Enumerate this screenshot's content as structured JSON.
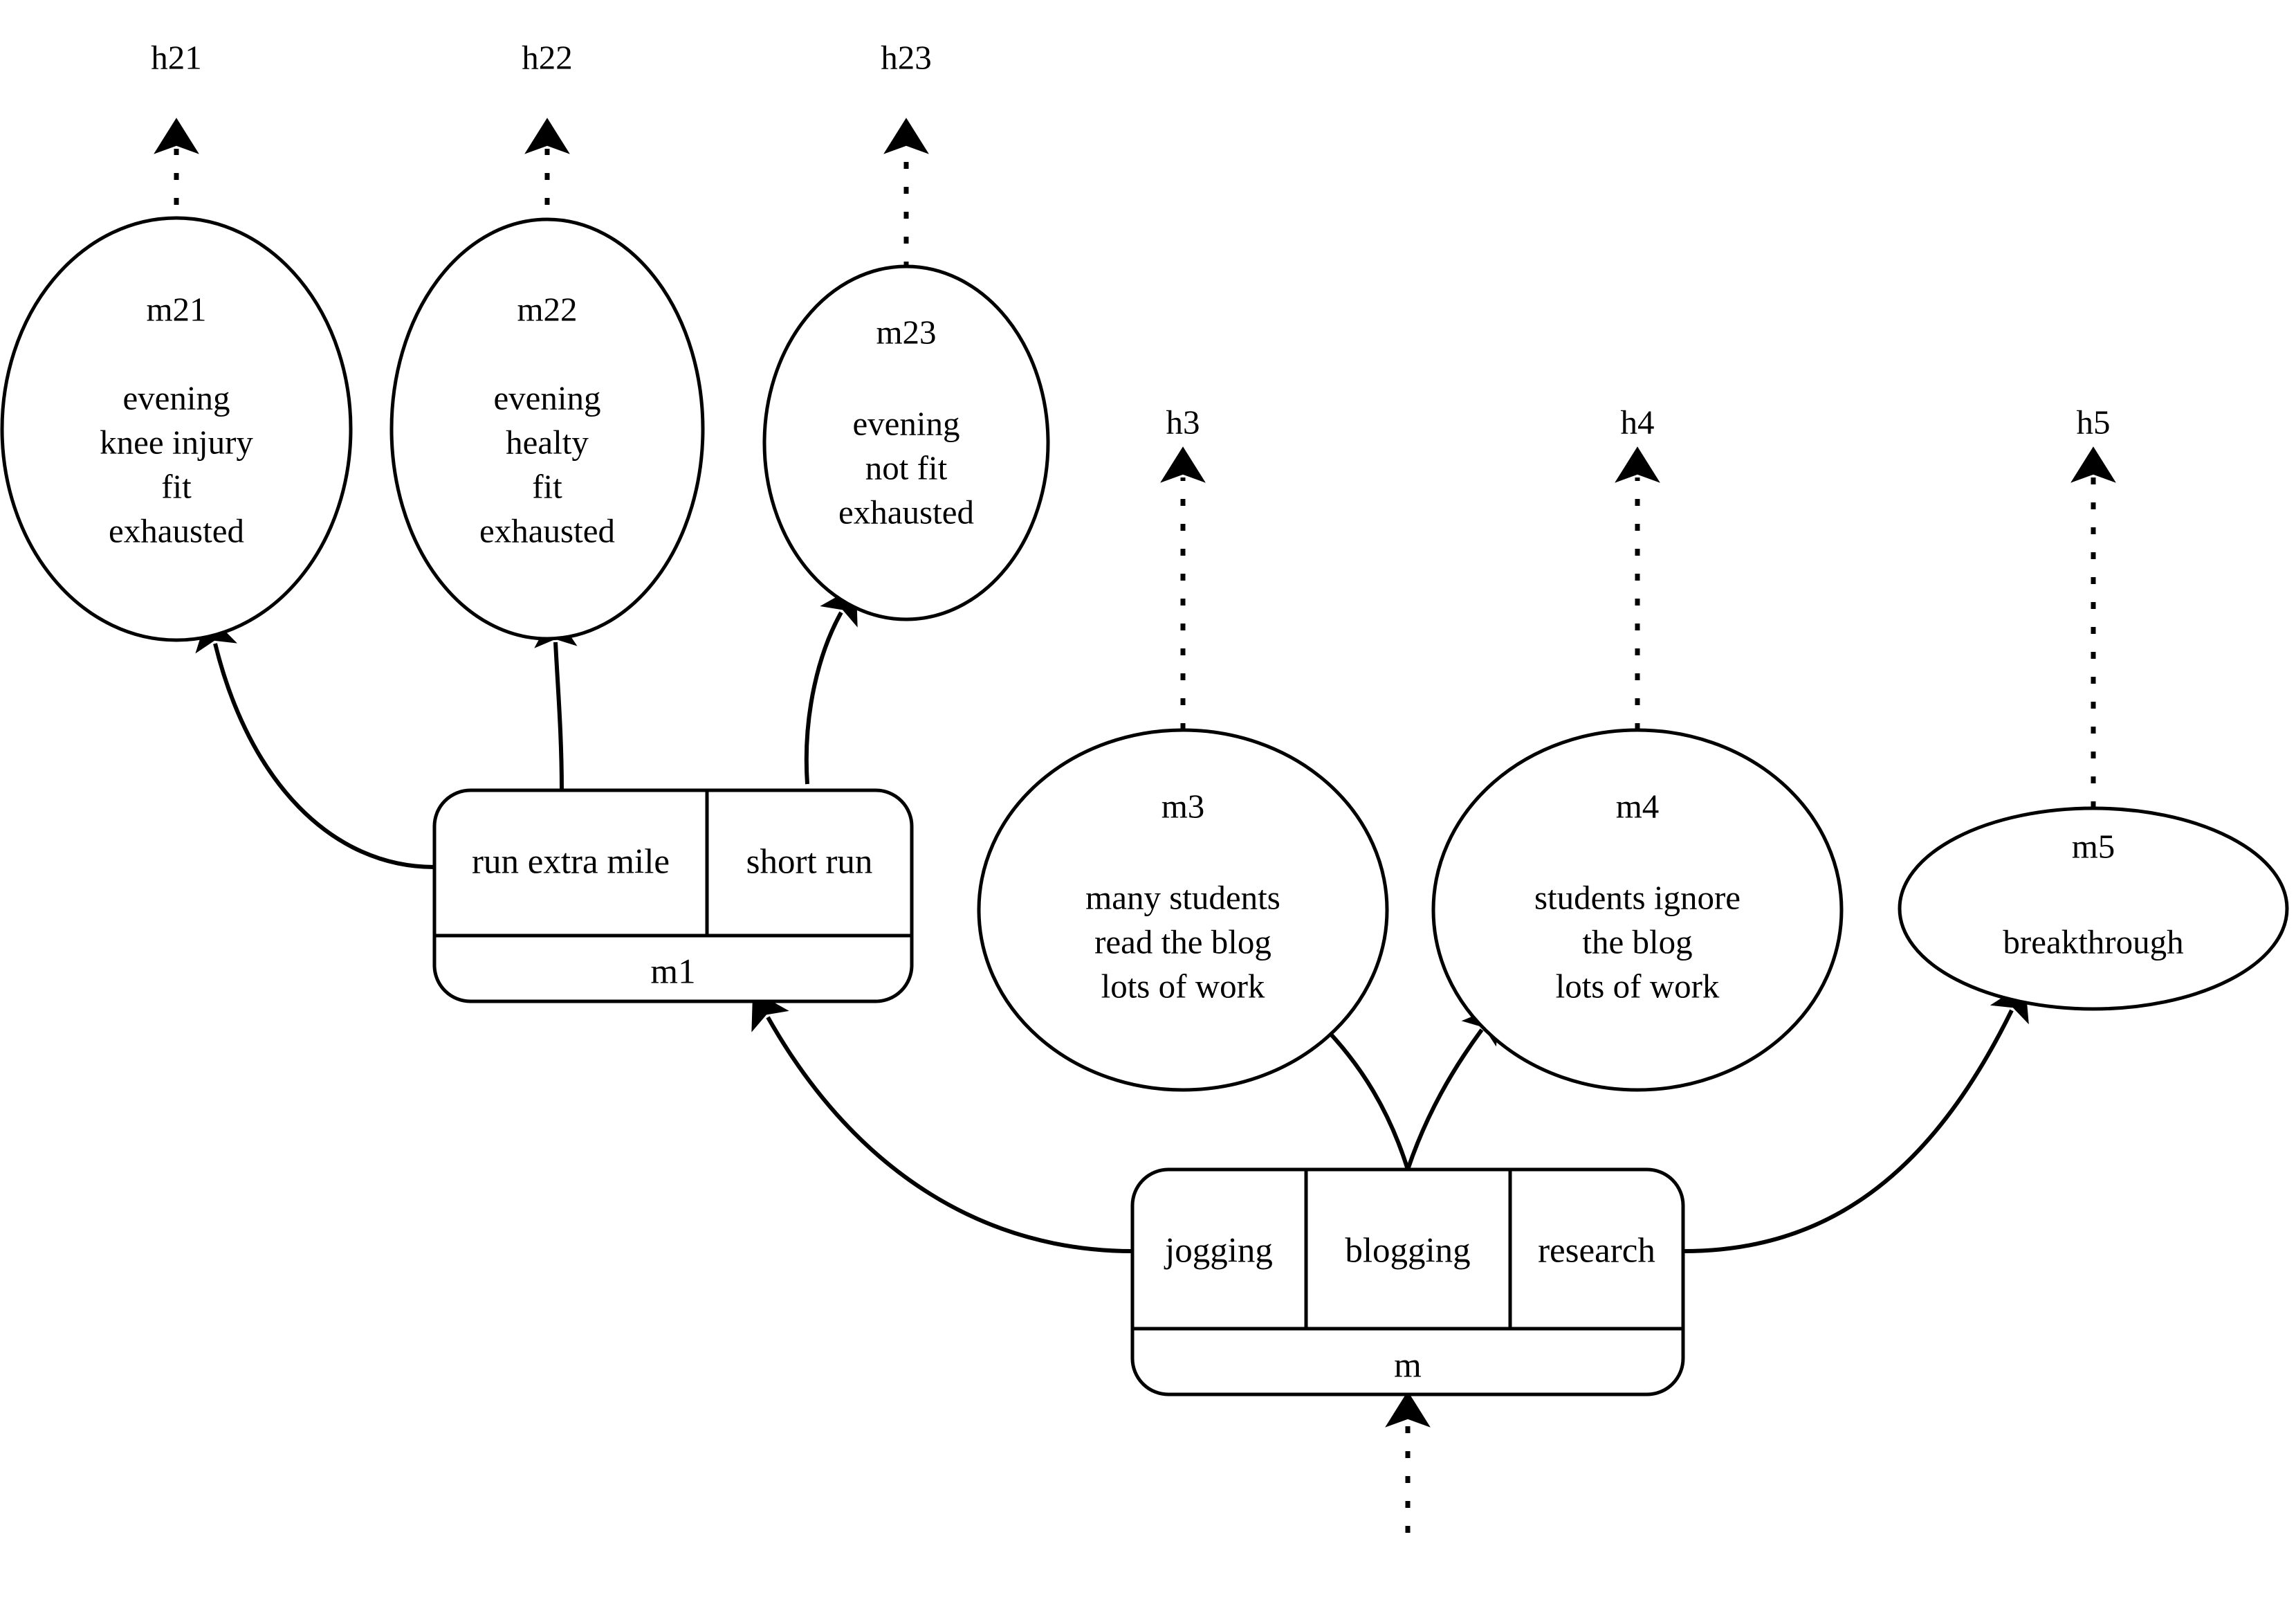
{
  "diagram": {
    "type": "state-machine-hypothesis-diagram",
    "background_color": "#ffffff",
    "line_color": "#000000",
    "text_color": "#000000"
  },
  "hypotheses": [
    {
      "id": "h21",
      "label": "h21"
    },
    {
      "id": "h22",
      "label": "h22"
    },
    {
      "id": "h23",
      "label": "h23"
    },
    {
      "id": "h3",
      "label": "h3"
    },
    {
      "id": "h4",
      "label": "h4"
    },
    {
      "id": "h5",
      "label": "h5"
    }
  ],
  "ellipses": [
    {
      "id": "m21",
      "name": "m21",
      "lines": [
        "evening",
        "knee injury",
        "fit",
        "exhausted"
      ]
    },
    {
      "id": "m22",
      "name": "m22",
      "lines": [
        "evening",
        "healty",
        "fit",
        "exhausted"
      ]
    },
    {
      "id": "m23",
      "name": "m23",
      "lines": [
        "evening",
        "not fit",
        "exhausted"
      ]
    },
    {
      "id": "m3",
      "name": "m3",
      "lines": [
        "many students",
        "read the blog",
        "lots of work"
      ]
    },
    {
      "id": "m4",
      "name": "m4",
      "lines": [
        "students ignore",
        "the blog",
        "lots of work"
      ]
    },
    {
      "id": "m5",
      "name": "m5",
      "lines": [
        "breakthrough"
      ]
    }
  ],
  "boxes": [
    {
      "id": "m1",
      "name": "m1",
      "cells": [
        "run extra mile",
        "short run"
      ]
    },
    {
      "id": "m",
      "name": "m",
      "cells": [
        "jogging",
        "blogging",
        "research"
      ]
    }
  ],
  "edges": [
    {
      "from": "m21",
      "to": "h21",
      "style": "dashed"
    },
    {
      "from": "m22",
      "to": "h22",
      "style": "dashed"
    },
    {
      "from": "m23",
      "to": "h23",
      "style": "dashed"
    },
    {
      "from": "m3",
      "to": "h3",
      "style": "dashed"
    },
    {
      "from": "m4",
      "to": "h4",
      "style": "dashed"
    },
    {
      "from": "m5",
      "to": "h5",
      "style": "dashed"
    },
    {
      "from": "m1.run extra mile",
      "to": "m21",
      "style": "solid"
    },
    {
      "from": "m1.run extra mile",
      "to": "m22",
      "style": "solid"
    },
    {
      "from": "m1.short run",
      "to": "m23",
      "style": "solid"
    },
    {
      "from": "m.jogging",
      "to": "m1",
      "style": "solid"
    },
    {
      "from": "m.blogging",
      "to": "m3",
      "style": "solid"
    },
    {
      "from": "m.blogging",
      "to": "m4",
      "style": "solid"
    },
    {
      "from": "m.research",
      "to": "m5",
      "style": "solid"
    },
    {
      "from": "input",
      "to": "m",
      "style": "dashed"
    }
  ]
}
